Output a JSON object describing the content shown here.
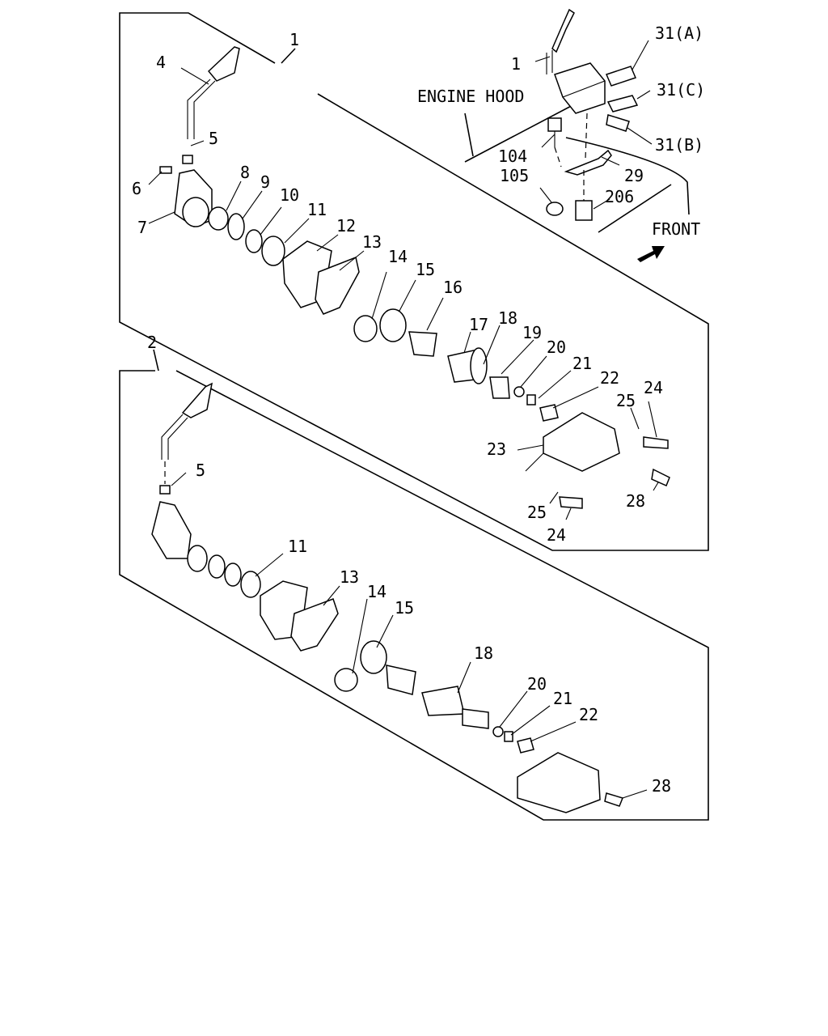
{
  "upper_panel": {
    "assembly_label": "1",
    "callouts": [
      {
        "key": "p4",
        "text": "4"
      },
      {
        "key": "p5",
        "text": "5"
      },
      {
        "key": "p6",
        "text": "6"
      },
      {
        "key": "p7",
        "text": "7"
      },
      {
        "key": "p8",
        "text": "8"
      },
      {
        "key": "p9",
        "text": "9"
      },
      {
        "key": "p10",
        "text": "10"
      },
      {
        "key": "p11",
        "text": "11"
      },
      {
        "key": "p12",
        "text": "12"
      },
      {
        "key": "p13",
        "text": "13"
      },
      {
        "key": "p14",
        "text": "14"
      },
      {
        "key": "p15",
        "text": "15"
      },
      {
        "key": "p16",
        "text": "16"
      },
      {
        "key": "p17",
        "text": "17"
      },
      {
        "key": "p18",
        "text": "18"
      },
      {
        "key": "p19",
        "text": "19"
      },
      {
        "key": "p20",
        "text": "20"
      },
      {
        "key": "p21",
        "text": "21"
      },
      {
        "key": "p22",
        "text": "22"
      },
      {
        "key": "p23",
        "text": "23"
      },
      {
        "key": "p24a",
        "text": "24"
      },
      {
        "key": "p25a",
        "text": "25"
      },
      {
        "key": "p24b",
        "text": "24"
      },
      {
        "key": "p25b",
        "text": "25"
      },
      {
        "key": "p28",
        "text": "28"
      }
    ]
  },
  "inset": {
    "hood_label": "ENGINE HOOD",
    "front_label": "FRONT",
    "callouts": [
      {
        "key": "i1",
        "text": "1"
      },
      {
        "key": "i31a",
        "text": "31(A)"
      },
      {
        "key": "i31c",
        "text": "31(C)"
      },
      {
        "key": "i31b",
        "text": "31(B)"
      },
      {
        "key": "i104",
        "text": "104"
      },
      {
        "key": "i29",
        "text": "29"
      },
      {
        "key": "i105",
        "text": "105"
      },
      {
        "key": "i206",
        "text": "206"
      }
    ]
  },
  "lower_panel": {
    "assembly_label": "2",
    "callouts": [
      {
        "key": "q5",
        "text": "5"
      },
      {
        "key": "q11",
        "text": "11"
      },
      {
        "key": "q13",
        "text": "13"
      },
      {
        "key": "q14",
        "text": "14"
      },
      {
        "key": "q15",
        "text": "15"
      },
      {
        "key": "q18",
        "text": "18"
      },
      {
        "key": "q20",
        "text": "20"
      },
      {
        "key": "q21",
        "text": "21"
      },
      {
        "key": "q22",
        "text": "22"
      },
      {
        "key": "q28",
        "text": "28"
      }
    ]
  }
}
